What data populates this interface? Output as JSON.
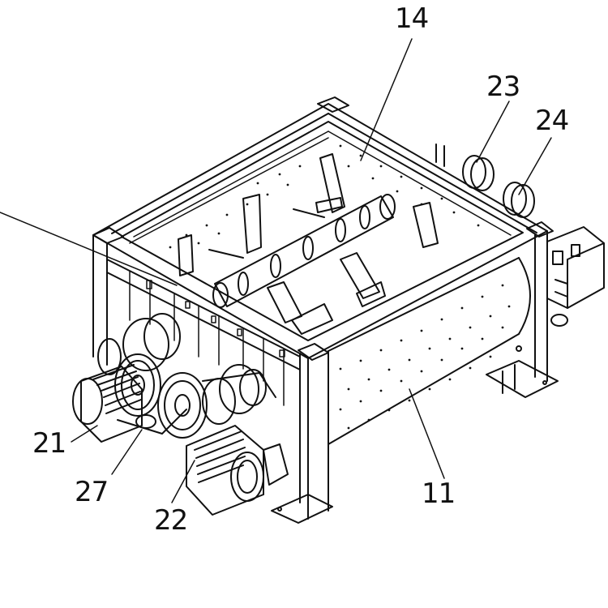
{
  "labels": {
    "l14": "14",
    "l23": "23",
    "l24": "24",
    "l21": "21",
    "l27": "27",
    "l22": "22",
    "l11": "11"
  },
  "colors": {
    "line": "#111111",
    "hatch": "#555555",
    "paper": "#ffffff"
  }
}
